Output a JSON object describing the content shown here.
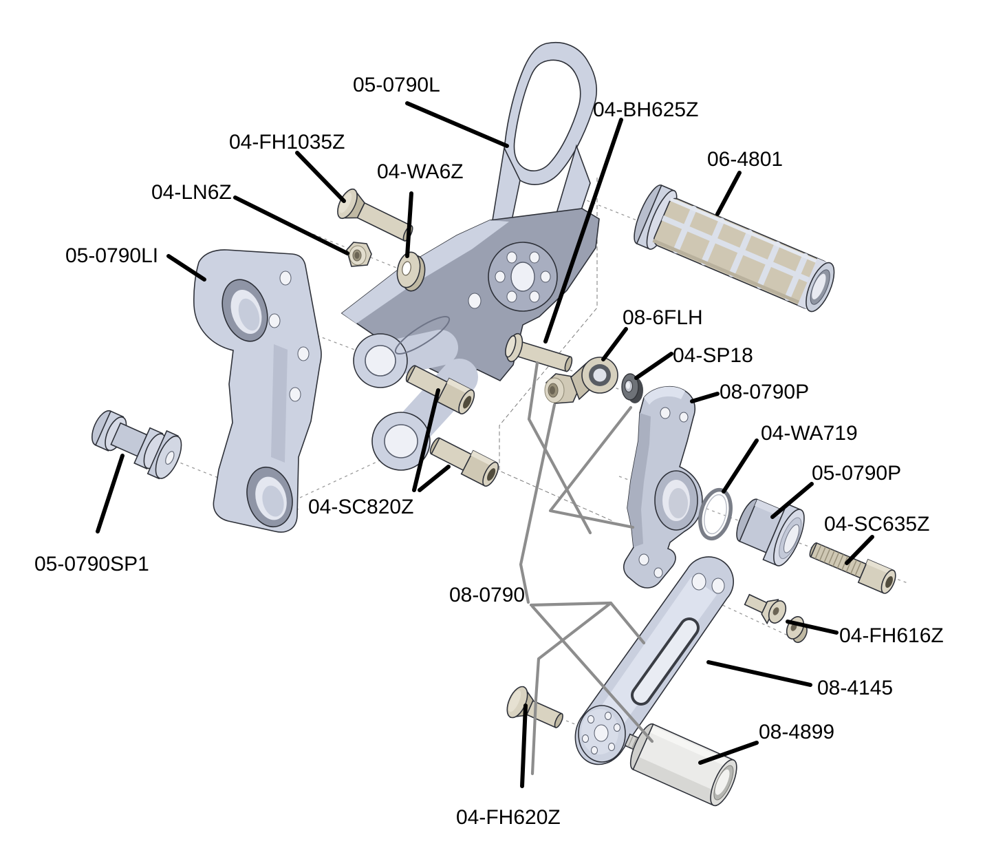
{
  "diagram": {
    "type": "exploded-parts-diagram",
    "subject": "rearset assembly exploded view",
    "background_color": "#ffffff",
    "label_color": "#000000",
    "part_metal_color": "#ccd2e1",
    "hardware_color": "#d9d3c1",
    "kit_leader_color": "#8d8d8d"
  },
  "labels": {
    "l05_0790L": "05-0790L",
    "l04_FH1035Z": "04-FH1035Z",
    "l04_WA6Z": "04-WA6Z",
    "l04_LN6Z": "04-LN6Z",
    "l05_0790LI": "05-0790LI",
    "l04_BH625Z": "04-BH625Z",
    "l06_4801": "06-4801",
    "l08_6FLH": "08-6FLH",
    "l04_SP18": "04-SP18",
    "l08_0790P": "08-0790P",
    "l04_WA719": "04-WA719",
    "l05_0790P": "05-0790P",
    "l04_SC635Z": "04-SC635Z",
    "l04_SC820Z": "04-SC820Z",
    "l05_0790SP1": "05-0790SP1",
    "l08_0790": "08-0790",
    "l04_FH616Z": "04-FH616Z",
    "l08_4145": "08-4145",
    "l08_4899": "08-4899",
    "l04_FH620Z": "04-FH620Z"
  }
}
